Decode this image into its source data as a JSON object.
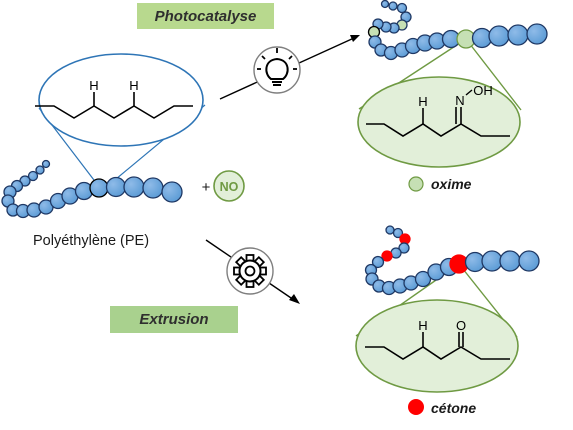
{
  "labels": {
    "photocatalysis": "Photocatalyse",
    "extrusion": "Extrusion",
    "polymer": "Polyéthylène (PE)",
    "reagent": "NO",
    "plus": "+",
    "oxime": "oxime",
    "ketone": "cétone"
  },
  "structure_atoms": {
    "pe_h_left": "H",
    "pe_h_right": "H",
    "oxime_h": "H",
    "oxime_n": "N",
    "oxime_oh": "OH",
    "ketone_h": "H",
    "ketone_o": "O"
  },
  "icons": [
    "lightbulb-icon",
    "gear-icon"
  ],
  "colors": {
    "bead_fill": "#5b9bd5",
    "bead_stroke": "#1f3864",
    "tag_fill": "#b8d98e",
    "zoom_fill": "#e2efd9",
    "zoom_stroke": "#6f9a43",
    "oxime_bead": "#c6e0b4",
    "ketone_bead": "#ff0000",
    "pe_zoom_stroke": "#2e75b6"
  }
}
